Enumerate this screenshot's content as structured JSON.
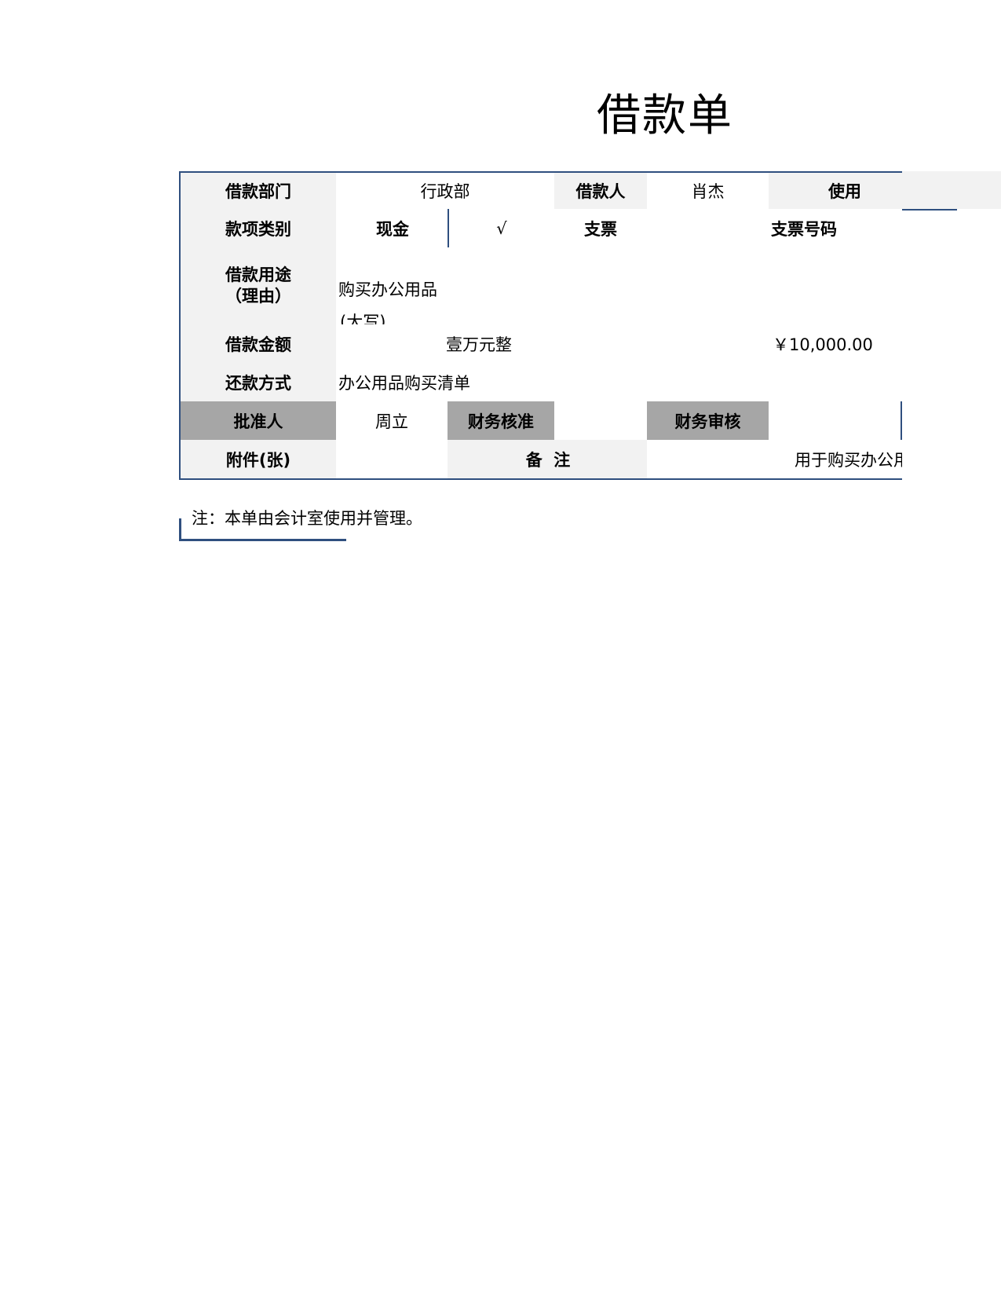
{
  "title": "借款单",
  "row1": {
    "dept_label": "借款部门",
    "dept_value": "行政部",
    "borrower_label": "借款人",
    "borrower_value": "肖杰",
    "usage_label": "使用"
  },
  "row2": {
    "category_label": "款项类别",
    "cash_label": "现金",
    "cash_mark": "√",
    "check_label": "支票",
    "check_value": "",
    "check_no_label": "支票号码"
  },
  "row3": {
    "purpose_label_line1": "借款用途",
    "purpose_label_line2": "（理由）",
    "purpose_value": "购买办公用品"
  },
  "row4": {
    "amount_label": "借款金额",
    "amount_caps_hint": "(大写)",
    "amount_caps": "壹万元整",
    "amount_number": "￥10,000.00"
  },
  "row5": {
    "repay_label": "还款方式",
    "repay_value": "办公用品购买清单"
  },
  "row6": {
    "approver_label": "批准人",
    "approver_value": "周立",
    "fin_approve_label": "财务核准",
    "fin_approve_value": "",
    "fin_review_label": "财务审核",
    "fin_review_value": ""
  },
  "row7": {
    "attach_label": "附件(张)",
    "attach_value": "",
    "remark_label": "备  注",
    "remark_value": "用于购买办公用品"
  },
  "note": "注：本单由会计室使用并管理。"
}
